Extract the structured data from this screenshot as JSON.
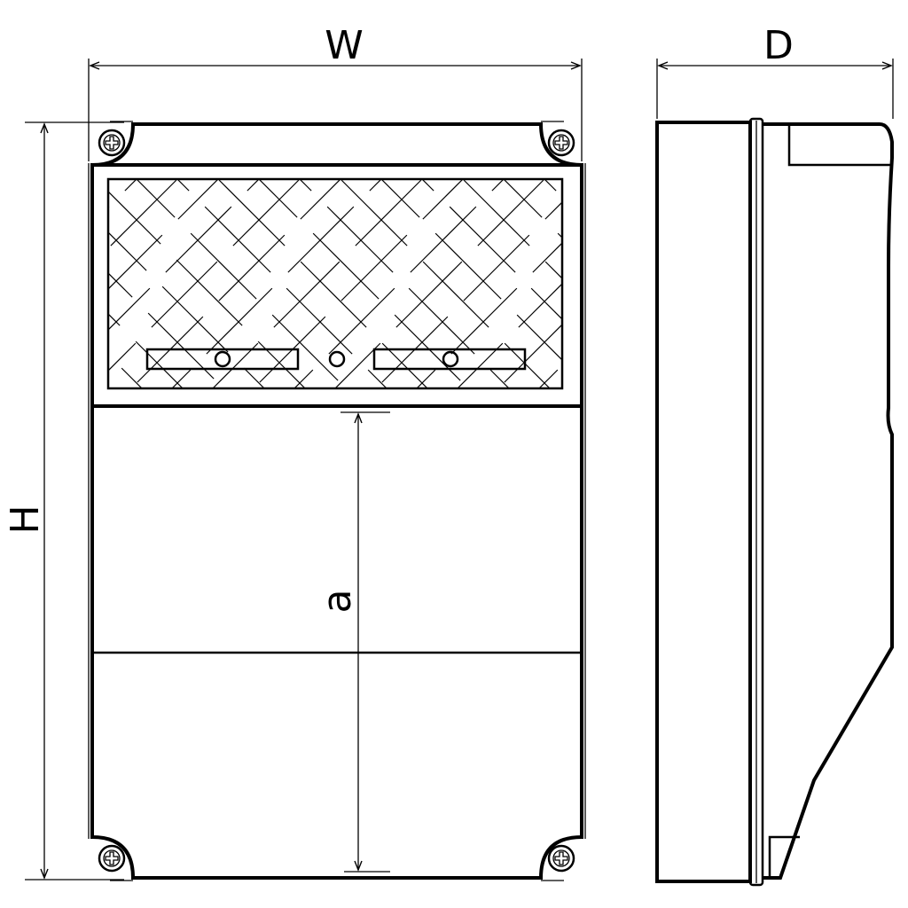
{
  "dimensions": {
    "width_label": "W",
    "depth_label": "D",
    "height_label": "H",
    "inner_label": "a"
  },
  "colors": {
    "line": "#000000",
    "background": "#ffffff"
  },
  "icons": {
    "screw": "screw-icon"
  }
}
